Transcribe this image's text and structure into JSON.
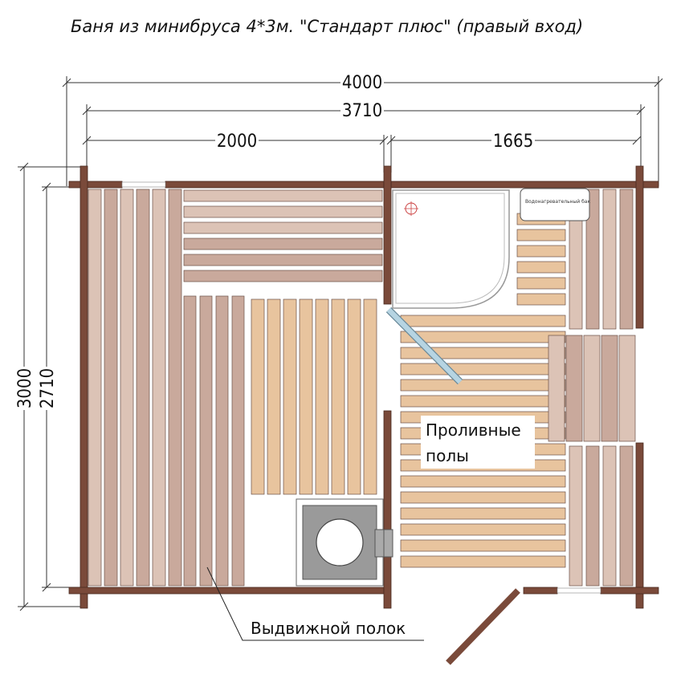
{
  "title": "Баня из минибруса 4*3м. \"Стандарт плюс\" (правый вход)",
  "dimensions": {
    "width_outer": "4000",
    "width_inner": "3710",
    "left_room": "2000",
    "right_room": "1665",
    "height_outer": "3000",
    "height_inner": "2710"
  },
  "labels": {
    "boiler": "Водонагревательный бак",
    "floors_line1": "Проливные",
    "floors_line2": "полы",
    "shelf": "Выдвижной полок"
  },
  "colors": {
    "wall": "#7a4a3a",
    "plank_light": "#dcc3b6",
    "plank_mid": "#c9a99c",
    "floor_plank": "#e8c49e",
    "glass": "#9ec4d6",
    "stove": "#9a9a9a"
  }
}
